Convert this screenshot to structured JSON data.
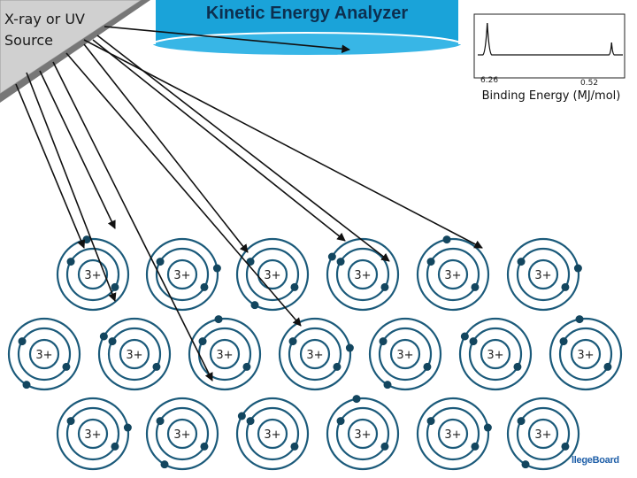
{
  "source": {
    "label": "X-ray or UV Source"
  },
  "analyzer": {
    "label": "Kinetic Energy Analyzer"
  },
  "spectrum": {
    "axis_label": "Binding Energy (MJ/mol)",
    "tick_left": "6.26",
    "tick_right": "0.52",
    "peaks": [
      {
        "binding_energy": 6.26
      },
      {
        "binding_energy": 0.52
      }
    ]
  },
  "atoms": {
    "nucleus_label": "3+",
    "rows": [
      6,
      7,
      6
    ]
  },
  "brand": {
    "logo_text": "llegeBoard"
  },
  "colors": {
    "orbit": "#1b5a7a",
    "electron": "#13465f",
    "analyzer_fill": "#1aa3d9",
    "analyzer_top": "#38b6e6"
  }
}
